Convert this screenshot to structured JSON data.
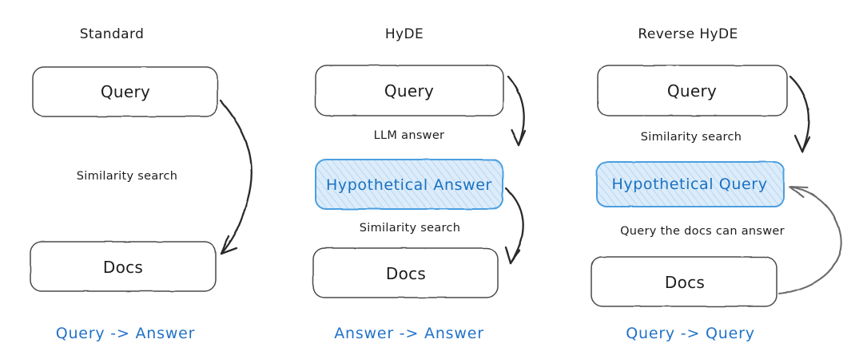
{
  "diagram": {
    "background": "#ffffff",
    "ink_color": "#1d1d1d",
    "accent_color": "#1971c2",
    "caption_color": "#2272c9",
    "highlight_fill": "#d8eafa",
    "highlight_stroke": "#4b9fe0",
    "arrow_color": "#2b2b2b",
    "arrow_color_reverse": "#6b6b6b"
  },
  "columns": [
    {
      "id": "standard",
      "title": "Standard",
      "nodes": [
        {
          "id": "query",
          "label": "Query",
          "highlighted": false
        },
        {
          "id": "docs",
          "label": "Docs",
          "highlighted": false
        }
      ],
      "edges": [
        {
          "id": "query-to-docs",
          "label": "Similarity search",
          "direction": "down"
        }
      ],
      "caption": "Query -> Answer"
    },
    {
      "id": "hyde",
      "title": "HyDE",
      "nodes": [
        {
          "id": "query",
          "label": "Query",
          "highlighted": false
        },
        {
          "id": "hypothetical-answer",
          "label": "Hypothetical Answer",
          "highlighted": true
        },
        {
          "id": "docs",
          "label": "Docs",
          "highlighted": false
        }
      ],
      "edges": [
        {
          "id": "query-to-hypothetical",
          "label": "LLM answer",
          "direction": "down"
        },
        {
          "id": "hypothetical-to-docs",
          "label": "Similarity search",
          "direction": "down"
        }
      ],
      "caption": "Answer -> Answer"
    },
    {
      "id": "reverse-hyde",
      "title": "Reverse HyDE",
      "nodes": [
        {
          "id": "query",
          "label": "Query",
          "highlighted": false
        },
        {
          "id": "hypothetical-query",
          "label": "Hypothetical Query",
          "highlighted": true
        },
        {
          "id": "docs",
          "label": "Docs",
          "highlighted": false
        }
      ],
      "edges": [
        {
          "id": "query-to-hypothetical",
          "label": "Similarity search",
          "direction": "down"
        },
        {
          "id": "docs-to-hypothetical",
          "label": "Query the docs can answer",
          "direction": "up"
        }
      ],
      "caption": "Query -> Query"
    }
  ]
}
